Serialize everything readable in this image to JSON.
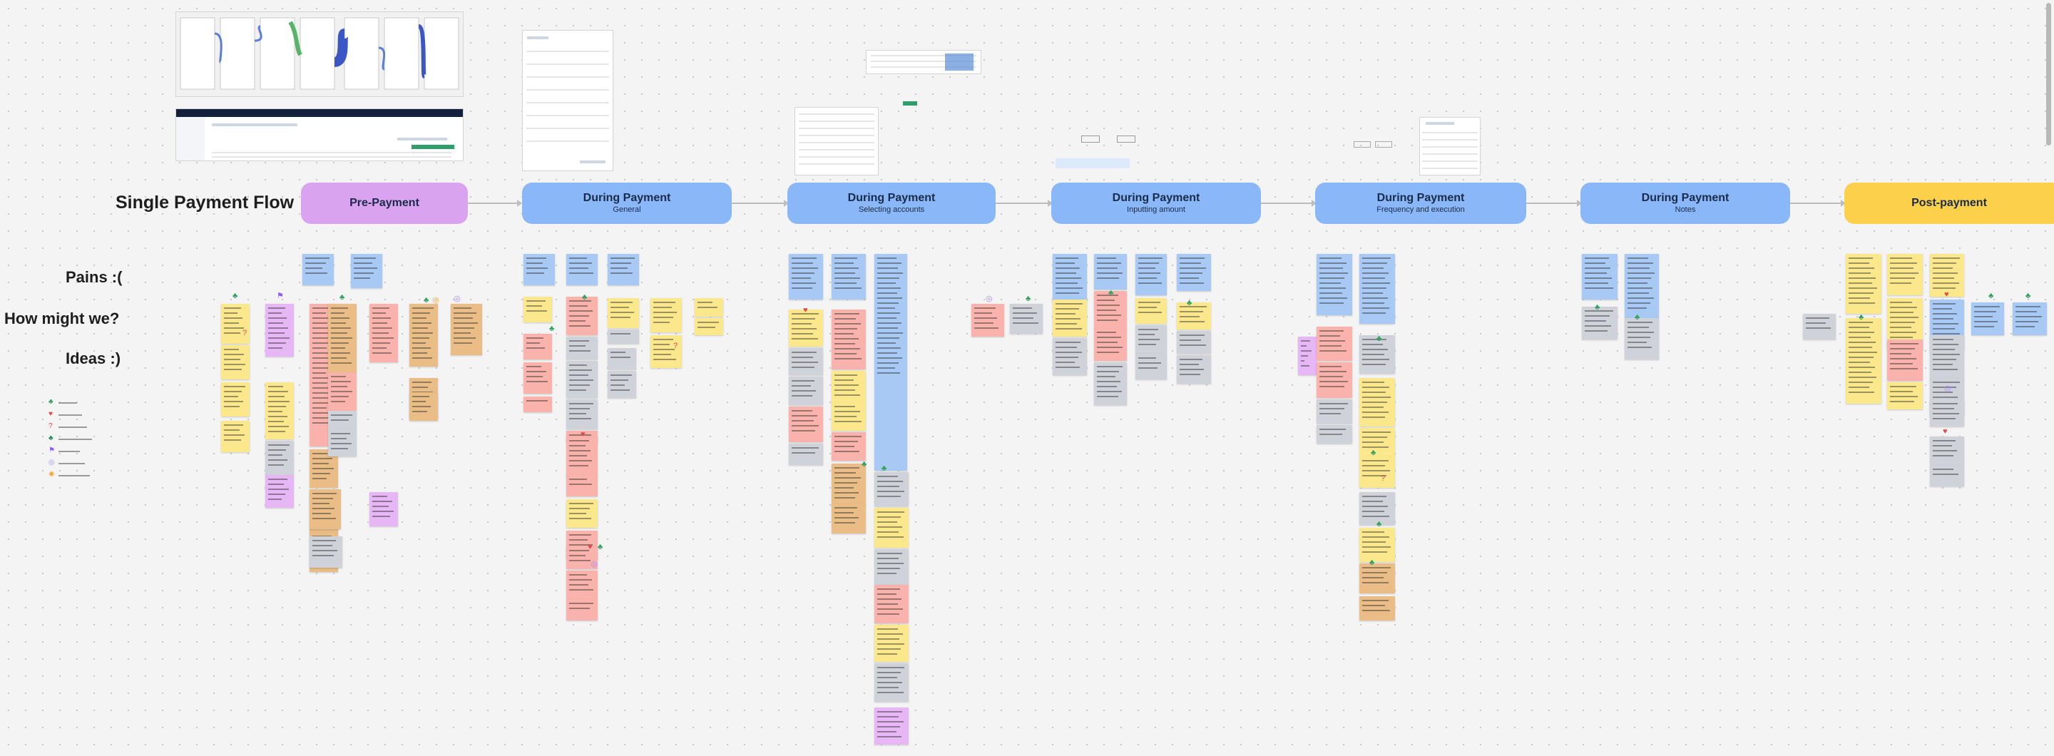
{
  "title": "Single Payment Flow",
  "row_labels": [
    "Pains :(",
    "How might we?",
    "Ideas :)"
  ],
  "phases": [
    {
      "title": "Pre-Payment",
      "subtitle": "",
      "color": "#d9a3f0"
    },
    {
      "title": "During Payment",
      "subtitle": "General",
      "color": "#8ab7f7"
    },
    {
      "title": "During Payment",
      "subtitle": "Selecting accounts",
      "color": "#8ab7f7"
    },
    {
      "title": "During Payment",
      "subtitle": "Inputting amount",
      "color": "#8ab7f7"
    },
    {
      "title": "During Payment",
      "subtitle": "Frequency and execution",
      "color": "#8ab7f7"
    },
    {
      "title": "During Payment",
      "subtitle": "Notes",
      "color": "#8ab7f7"
    },
    {
      "title": "Post-payment",
      "subtitle": "",
      "color": "#fcd04a"
    }
  ],
  "colors": {
    "pain": "#a9c9f5",
    "hmw": "#fbe88c",
    "idea_pink": "#f9b2ac",
    "idea_gray": "#cfd3d9",
    "idea_orange": "#e9bd85",
    "idea_purple": "#e6b6f5",
    "phase_blue": "#8ab7f7"
  },
  "legend": [
    {
      "icon": "tree-icon",
      "glyph": "♣",
      "color": "#2e9e5b"
    },
    {
      "icon": "heart-icon",
      "glyph": "♥",
      "color": "#e5484d"
    },
    {
      "icon": "question-icon",
      "glyph": "?",
      "color": "#e5484d"
    },
    {
      "icon": "leaf-icon",
      "glyph": "♣",
      "color": "#1e8a4f"
    },
    {
      "icon": "flag-icon",
      "glyph": "⚑",
      "color": "#8b5cf6"
    },
    {
      "icon": "circle-icon",
      "glyph": "◎",
      "color": "#a78bfa"
    },
    {
      "icon": "sun-icon",
      "glyph": "✺",
      "color": "#f5a524"
    }
  ]
}
